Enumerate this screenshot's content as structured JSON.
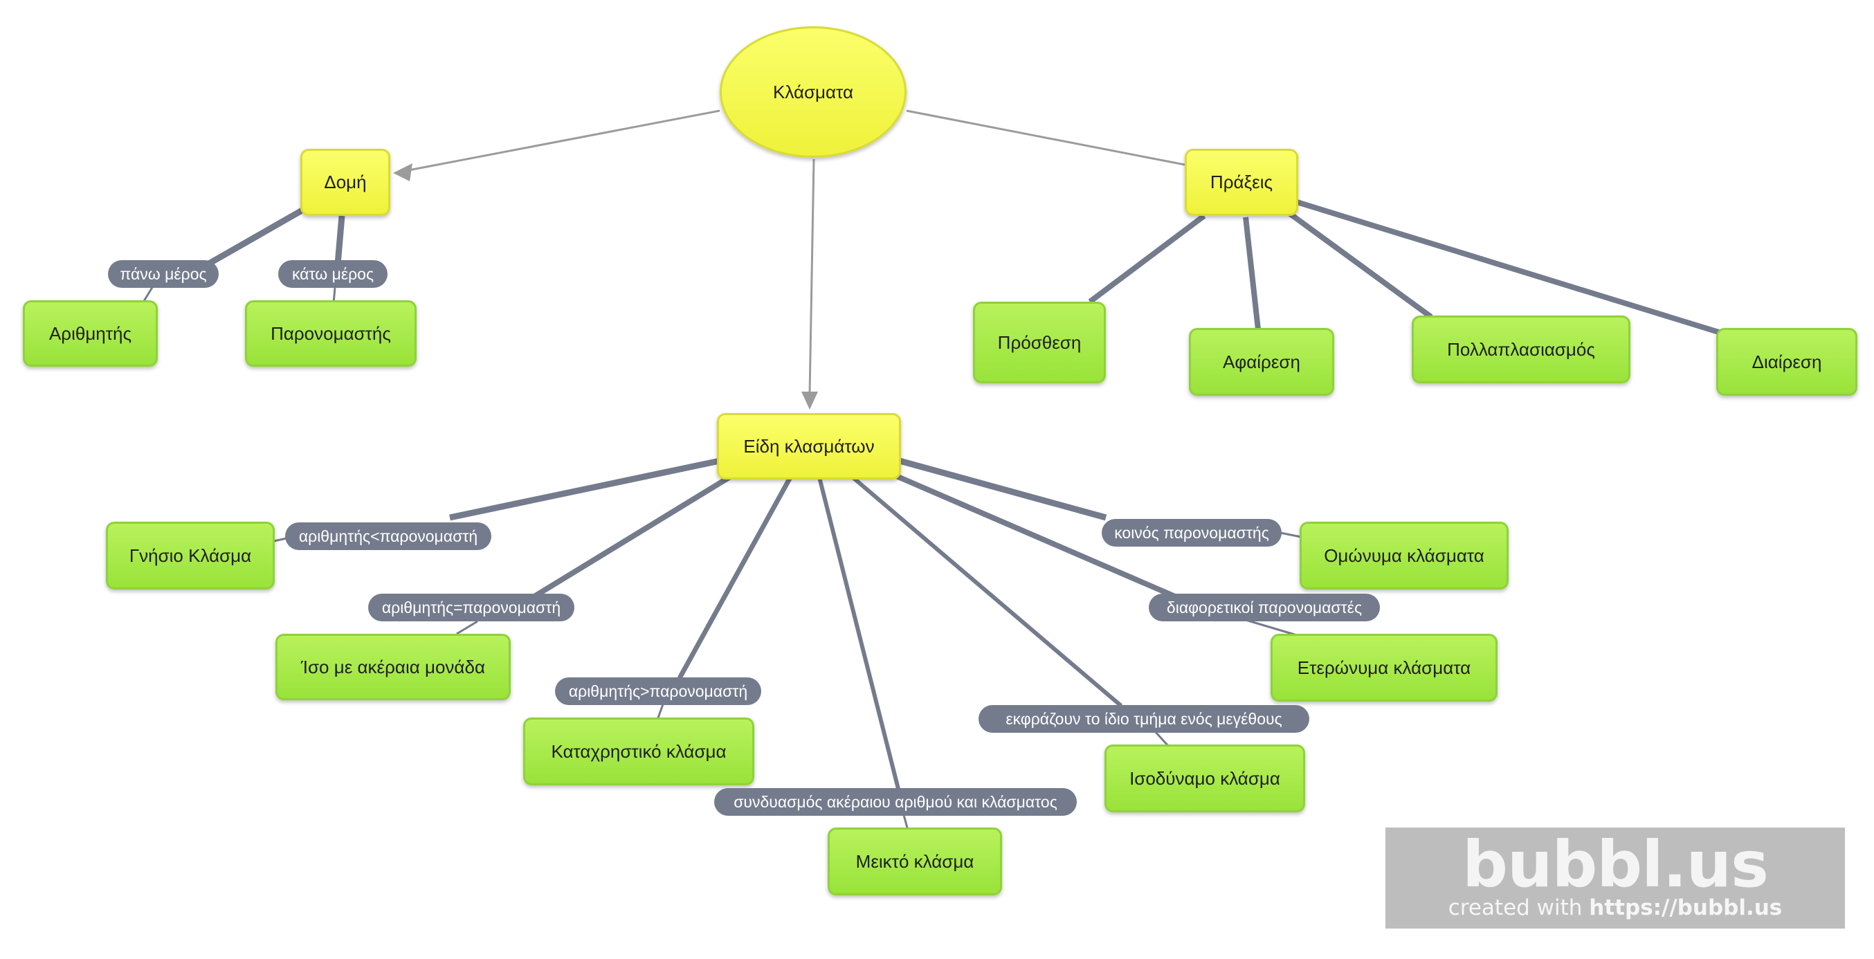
{
  "nodes": {
    "root": "Κλάσματα",
    "domi": "Δομή",
    "prakseis": "Πράξεις",
    "eidi": "Είδη κλασμάτων",
    "arithmitis": "Αριθμητής",
    "paronomastis": "Παρονομαστής",
    "prosthesi": "Πρόσθεση",
    "afairesi": "Αφαίρεση",
    "pollaplasiasmos": "Πολλαπλασιασμός",
    "diairesi": "Διαίρεση",
    "gnisio": "Γνήσιο Κλάσμα",
    "iso": "Ίσο με ακέραια μονάδα",
    "katachristiko": "Καταχρηστικό κλάσμα",
    "mikto": "Μεικτό κλάσμα",
    "isodynamo": "Ισοδύναμο κλάσμα",
    "eteronyma": "Ετερώνυμα κλάσματα",
    "omonyma": "Ομώνυμα κλάσματα"
  },
  "links": {
    "pano_meros": "πάνω μέρος",
    "kato_meros": "κάτω μέρος",
    "gnisio": "αριθμητής<παρονομαστή",
    "iso": "αριθμητής=παρονομαστή",
    "katachristiko": "αριθμητής>παρονομαστή",
    "mikto": "συνδυασμός ακέραιου αριθμού και  κλάσματος",
    "isodynamo": "εκφράζουν το ίδιο τμήμα ενός μεγέθους",
    "eteronyma": "διαφορετικοί παρονομαστές",
    "omonyma": "κοινός παρονομαστής"
  },
  "watermark": {
    "logo": "bubbl.us",
    "created_with": "created with ",
    "url": "https://bubbl.us"
  },
  "colors": {
    "node_green": "#a6ea45",
    "node_yellow": "#f6f94c",
    "link_dark": "#747b8c",
    "link_light": "#999999",
    "label_bg": "#747b8c"
  }
}
